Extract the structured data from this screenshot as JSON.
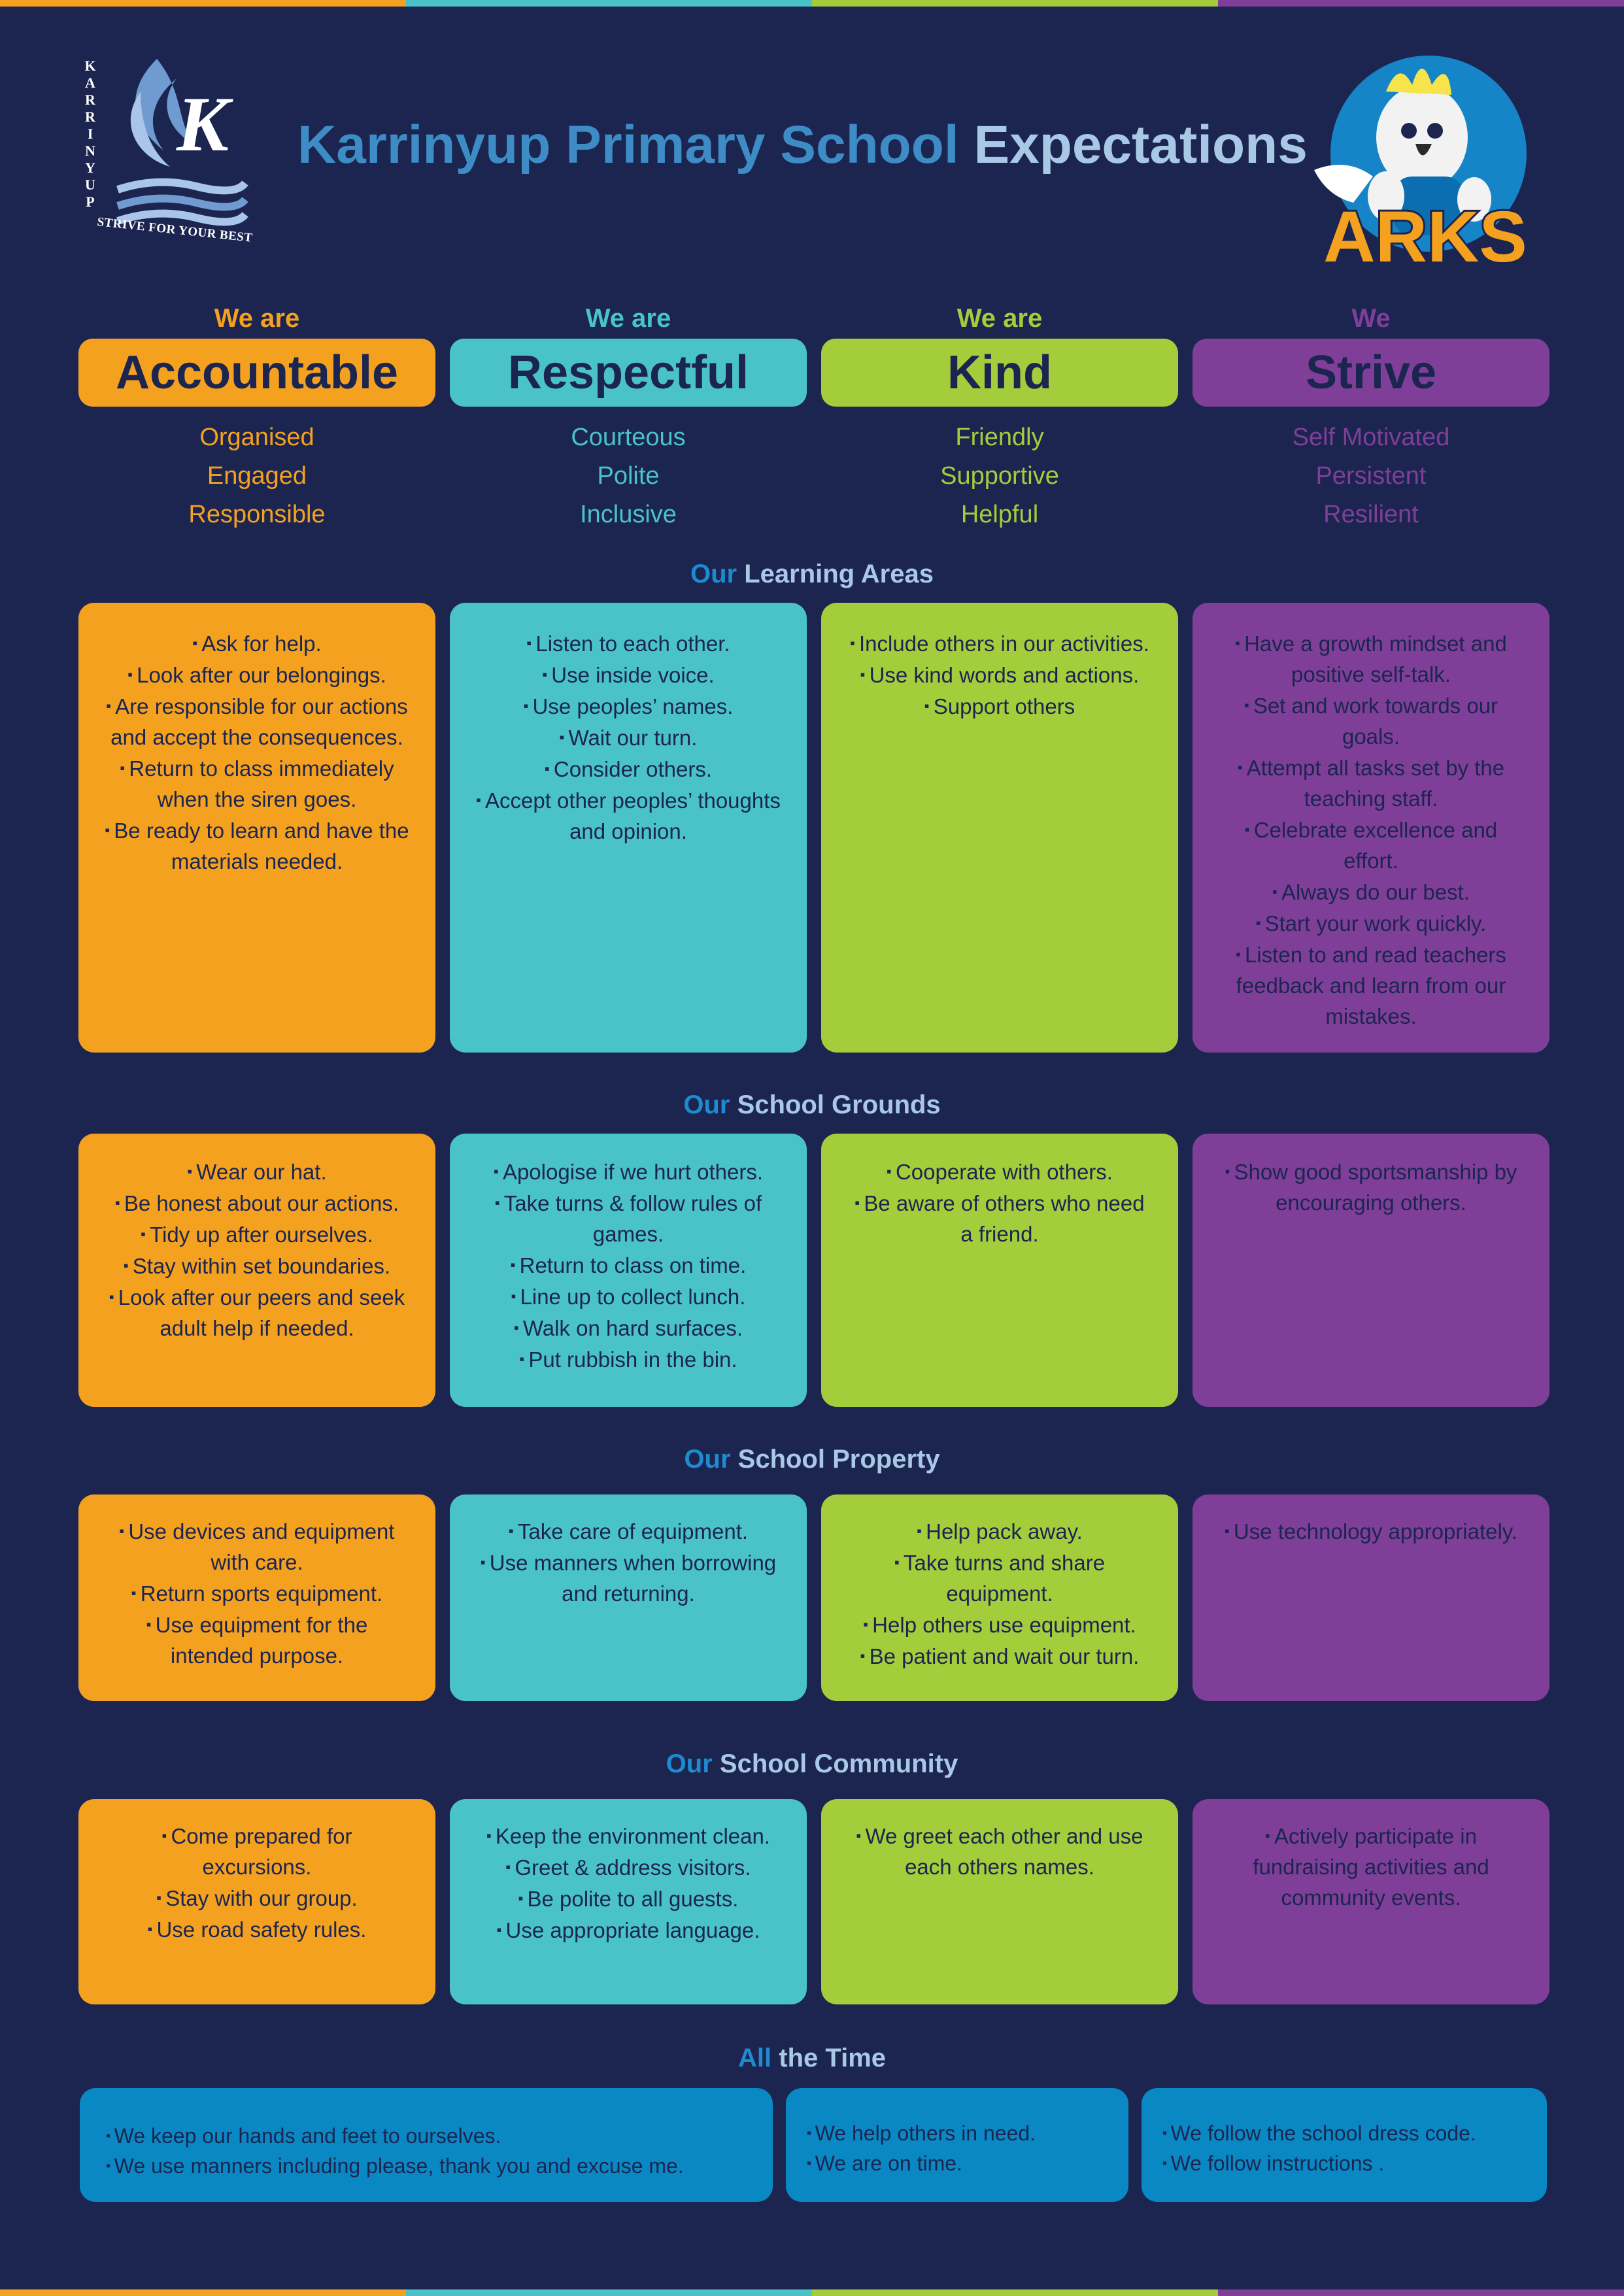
{
  "header": {
    "title_part1": "Karrinyup Primary School",
    "title_part2": "Expectations",
    "logo_vertical_text": "KARRINYUP",
    "logo_letter": "K",
    "logo_motto": "STRIVE FOR YOUR BEST",
    "mascot_text": "ARKS"
  },
  "colors": {
    "background": "#1b2550",
    "accountable": "#f5a120",
    "respectful": "#4ac3c8",
    "kind": "#a3cd3a",
    "strive": "#7f3f98",
    "all_the_time": "#0a88c3"
  },
  "values": [
    {
      "prefix": "We are",
      "name": "Accountable",
      "traits": [
        "Organised",
        "Engaged",
        "Responsible"
      ]
    },
    {
      "prefix": "We are",
      "name": "Respectful",
      "traits": [
        "Courteous",
        "Polite",
        "Inclusive"
      ]
    },
    {
      "prefix": "We are",
      "name": "Kind",
      "traits": [
        "Friendly",
        "Supportive",
        "Helpful"
      ]
    },
    {
      "prefix": "We",
      "name": "Strive",
      "traits": [
        "Self Motivated",
        "Persistent",
        "Resilient"
      ]
    }
  ],
  "sections": [
    {
      "our": "Our",
      "rest": "Learning Areas",
      "cards": [
        [
          "Ask for help.",
          "Look after our belongings.",
          "Are responsible for our actions and accept the consequences.",
          "Return to class immediately when the siren goes.",
          "Be ready to learn and have the materials needed."
        ],
        [
          "Listen to each other.",
          "Use inside voice.",
          "Use peoples’ names.",
          "Wait our turn.",
          "Consider others.",
          "Accept other peoples’ thoughts and opinion."
        ],
        [
          "Include others in our activities.",
          "Use kind words and actions.",
          "Support others"
        ],
        [
          "Have a growth mindset and positive self-talk.",
          "Set and work towards our goals.",
          "Attempt all tasks set by the teaching staff.",
          "Celebrate excellence and effort.",
          "Always do our best.",
          "Start your work quickly.",
          "Listen to and read teachers feedback and learn from our mistakes."
        ]
      ]
    },
    {
      "our": "Our",
      "rest": "School Grounds",
      "cards": [
        [
          "Wear our hat.",
          "Be honest about our actions.",
          "Tidy up after ourselves.",
          "Stay within set boundaries.",
          "Look after our peers and seek adult help if needed."
        ],
        [
          "Apologise if we hurt others.",
          "Take turns & follow rules of games.",
          "Return to class on time.",
          "Line up to collect lunch.",
          "Walk on hard surfaces.",
          "Put rubbish in the bin."
        ],
        [
          "Cooperate with others.",
          "Be aware of others who need a friend."
        ],
        [
          "Show good sportsmanship by encouraging others."
        ]
      ]
    },
    {
      "our": "Our",
      "rest": "School Property",
      "cards": [
        [
          "Use devices and equipment with care.",
          "Return sports equipment.",
          "Use equipment for the intended purpose."
        ],
        [
          "Take care of equipment.",
          "Use manners when borrowing and returning."
        ],
        [
          "Help pack away.",
          "Take turns and share equipment.",
          "Help others use equipment.",
          "Be patient and wait our turn."
        ],
        [
          "Use technology appropriately."
        ]
      ]
    },
    {
      "our": "Our",
      "rest": "School Community",
      "cards": [
        [
          "Come prepared for excursions.",
          "Stay with our group.",
          "Use road safety rules."
        ],
        [
          "Keep the environment clean.",
          "Greet & address visitors.",
          "Be polite to all guests.",
          "Use appropriate language."
        ],
        [
          "We greet each other and use each others names."
        ],
        [
          "Actively participate in fundraising activities and community events."
        ]
      ]
    }
  ],
  "all_the_time": {
    "our": "All",
    "rest": "the Time",
    "boxes": [
      [
        "We keep our hands and feet to ourselves.",
        "We use manners including please, thank you and excuse me."
      ],
      [
        "We help others in need.",
        "We are on time."
      ],
      [
        "We follow the school dress code.",
        "We follow instructions ."
      ]
    ]
  }
}
